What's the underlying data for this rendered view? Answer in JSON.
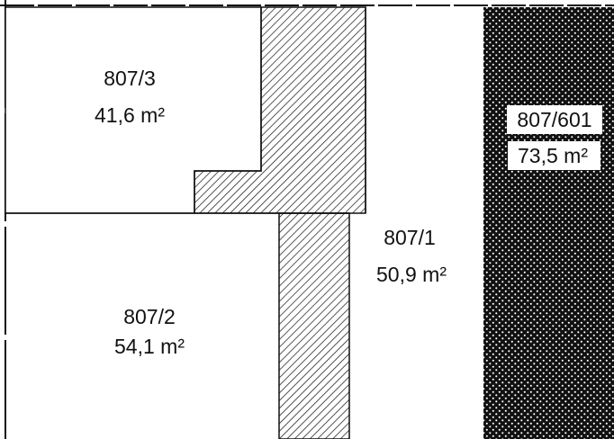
{
  "parcels": [
    {
      "id": "807/3",
      "area": "41,6 m²"
    },
    {
      "id": "807/2",
      "area": "54,1 m²"
    },
    {
      "id": "807/1",
      "area": "50,9 m²"
    },
    {
      "id": "807/601",
      "area": "73,5 m²"
    }
  ],
  "colors": {
    "line": "#111111",
    "background": "#ffffff",
    "dotted_fill": "#111111"
  }
}
